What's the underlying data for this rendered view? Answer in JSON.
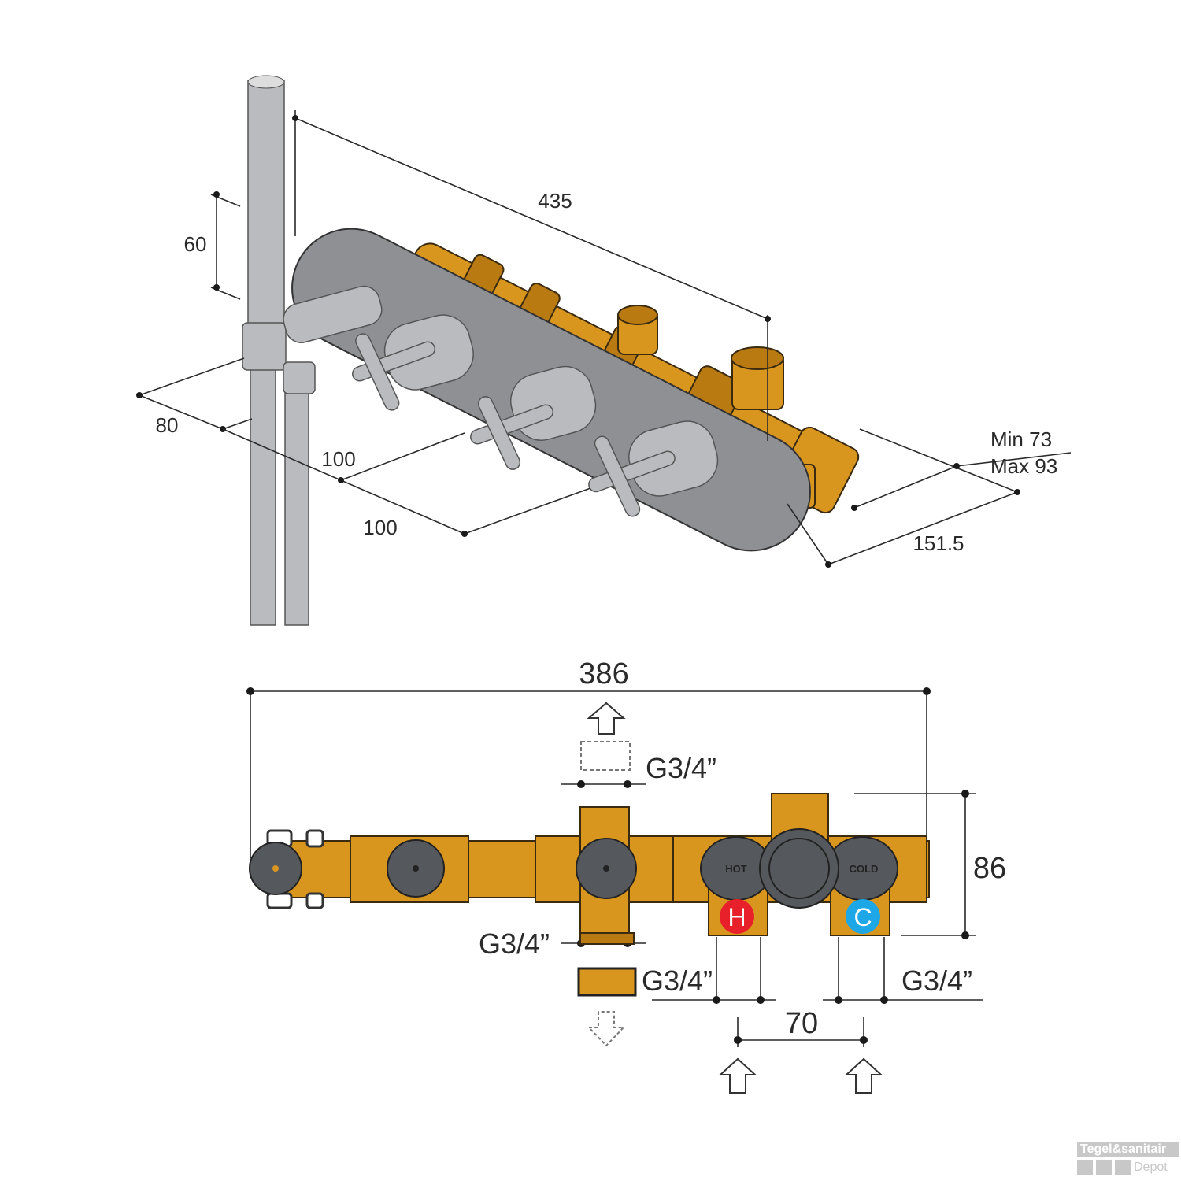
{
  "iso_view": {
    "dim_length": "435",
    "dim_handshower": "60",
    "dim_depth": "80",
    "dim_spacing_1": "100",
    "dim_spacing_2": "100",
    "dim_wall_min": "Min 73",
    "dim_wall_max": "Max 93",
    "dim_plate": "151.5"
  },
  "plan_view": {
    "dim_total": "386",
    "dim_height": "86",
    "dim_inlet_spacing": "70",
    "thread_top": "G3/4”",
    "thread_bottom": "G3/4”",
    "thread_hot": "G3/4”",
    "thread_cold": "G3/4”",
    "hot_label": "HOT",
    "cold_label": "COLD",
    "hot_badge": "H",
    "cold_badge": "C",
    "hot_color": "#e8202a",
    "cold_color": "#1ea7e6"
  },
  "watermark": {
    "brand": "Tegel&sanitair",
    "sub": "Depot"
  }
}
